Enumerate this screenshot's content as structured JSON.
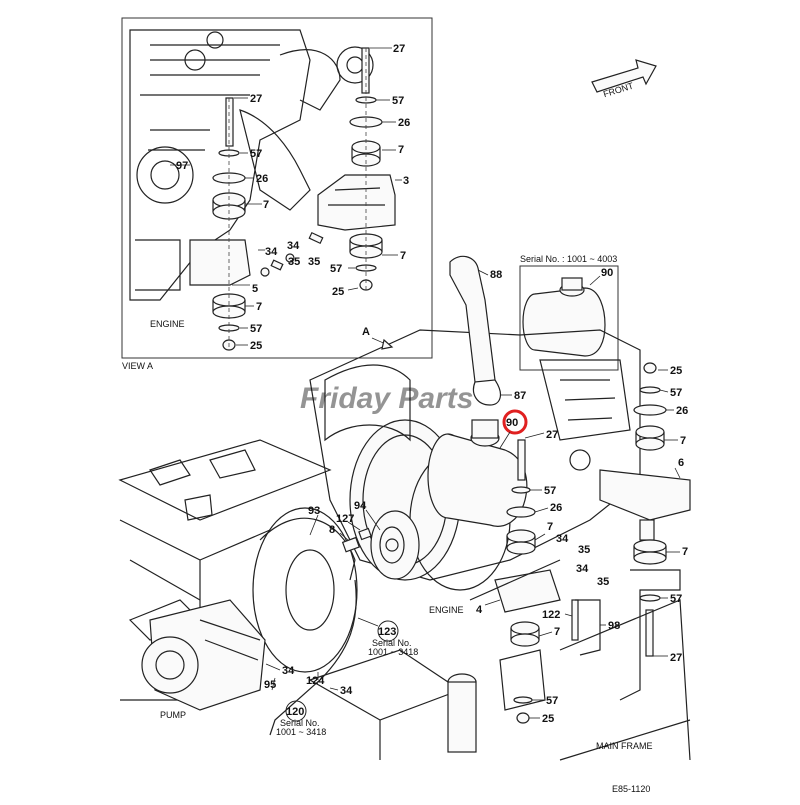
{
  "inset_view_a": {
    "title": "VIEW A",
    "engine_label": "ENGINE",
    "callouts": [
      "27",
      "57",
      "26",
      "7",
      "27",
      "57",
      "26",
      "7",
      "97",
      "3",
      "34",
      "35",
      "5",
      "57",
      "25",
      "34",
      "35",
      "7",
      "7",
      "57",
      "25"
    ]
  },
  "front_arrow": {
    "text": "FRONT"
  },
  "serial_inset": {
    "serial_text": "Serial No. : 1001 ~ 4003",
    "part_number": "90"
  },
  "main_view": {
    "view_marker": "A",
    "engine_label": "ENGINE",
    "pump_label": "PUMP",
    "main_frame_label": "MAIN FRAME",
    "callouts": {
      "c88": "88",
      "c87": "87",
      "c90": "90",
      "c27a": "27",
      "c25a": "25",
      "c57a": "57",
      "c26a": "26",
      "c7a": "7",
      "c6": "6",
      "c57b": "57",
      "c26b": "26",
      "c34a": "34",
      "c35a": "35",
      "c7b": "7",
      "c7c": "7",
      "c34b": "34",
      "c35b": "35",
      "c4": "4",
      "c57c": "57",
      "c122": "122",
      "c98": "98",
      "c7d": "7",
      "c27b": "27",
      "c57d": "57",
      "c25b": "25",
      "c93": "93",
      "c94": "94",
      "c127": "127",
      "c8": "8",
      "c34c": "34",
      "c95": "95",
      "c124": "124",
      "c34d": "34"
    },
    "serial_123": {
      "num": "123",
      "line1": "Serial No.",
      "line2": "1001 ~ 3418"
    },
    "serial_120": {
      "num": "120",
      "line1": "Serial No.",
      "line2": "1001 ~ 3418"
    },
    "highlight_part": "90"
  },
  "watermark": {
    "text": "Friday Parts"
  },
  "figure_code": "E85-1120",
  "colors": {
    "highlight": "#e02020",
    "watermark": "#2a6fd6",
    "line": "#222222"
  }
}
